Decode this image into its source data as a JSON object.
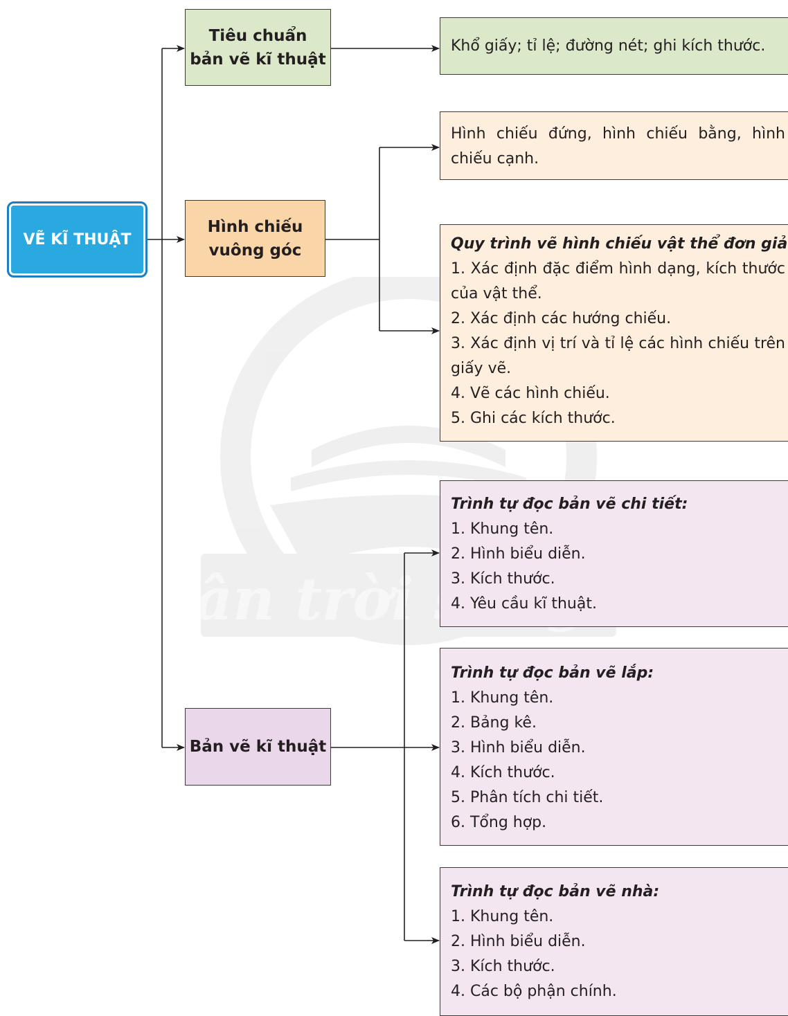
{
  "root": {
    "label": "VẼ KĨ THUẬT"
  },
  "branches": [
    {
      "label_lines": [
        "Tiêu chuẩn",
        "bản vẽ kĩ thuật"
      ]
    },
    {
      "label_lines": [
        "Hình chiếu",
        "vuông góc"
      ]
    },
    {
      "label_lines": [
        "Bản vẽ kĩ thuật"
      ]
    }
  ],
  "standards": {
    "text": "Khổ giấy; tỉ lệ; đường nét; ghi kích thước."
  },
  "projection_views": {
    "lines": [
      "Hình chiếu đứng, hình chiếu bằng, hình",
      "chiếu cạnh."
    ]
  },
  "projection_procedure": {
    "heading": "Quy trình vẽ hình chiếu vật thể đơn giản:",
    "lines": [
      "1. Xác định đặc điểm hình dạng, kích thước",
      "của vật thể.",
      "2. Xác định các hướng chiếu.",
      "3. Xác định vị trí và tỉ lệ các hình chiếu trên",
      "giấy vẽ.",
      "4. Vẽ các hình chiếu.",
      "5. Ghi các kích thước."
    ]
  },
  "detail_drawing": {
    "heading": "Trình tự đọc bản vẽ chi tiết:",
    "items": [
      "1. Khung tên.",
      "2. Hình biểu diễn.",
      "3. Kích thước.",
      "4. Yêu cầu kĩ thuật."
    ]
  },
  "assembly_drawing": {
    "heading": "Trình tự đọc bản vẽ lắp:",
    "items": [
      "1. Khung tên.",
      "2. Bảng kê.",
      "3. Hình biểu diễn.",
      "4. Kích thước.",
      "5. Phân tích chi tiết.",
      "6. Tổng hợp."
    ]
  },
  "house_drawing": {
    "heading": "Trình tự đọc bản vẽ nhà:",
    "items": [
      "1. Khung tên.",
      "2. Hình biểu diễn.",
      "3. Kích thước.",
      "4. Các bộ phận chính."
    ]
  },
  "watermark": {
    "text": "Chân trời sáng tạo"
  }
}
